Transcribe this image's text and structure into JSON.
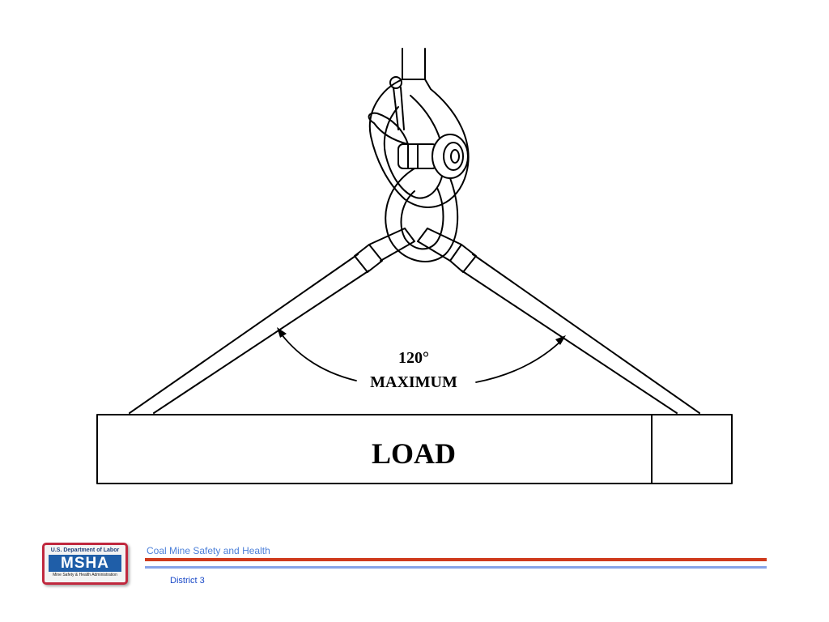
{
  "diagram": {
    "load_label": "LOAD",
    "angle_label": "120°",
    "angle_caption": "MAXIMUM"
  },
  "footer": {
    "logo_top": "U.S. Department of Labor",
    "logo_main": "MSHA",
    "logo_sub": "Mine Safety & Health Administration",
    "title": "Coal Mine Safety and Health",
    "district": "District 3",
    "colors": {
      "accent_red": "#cf3a1c",
      "accent_blue": "#86a3e8",
      "text_blue": "#4b7fd9",
      "logo_red": "#c0283e",
      "logo_blue": "#1f5ea8"
    }
  }
}
